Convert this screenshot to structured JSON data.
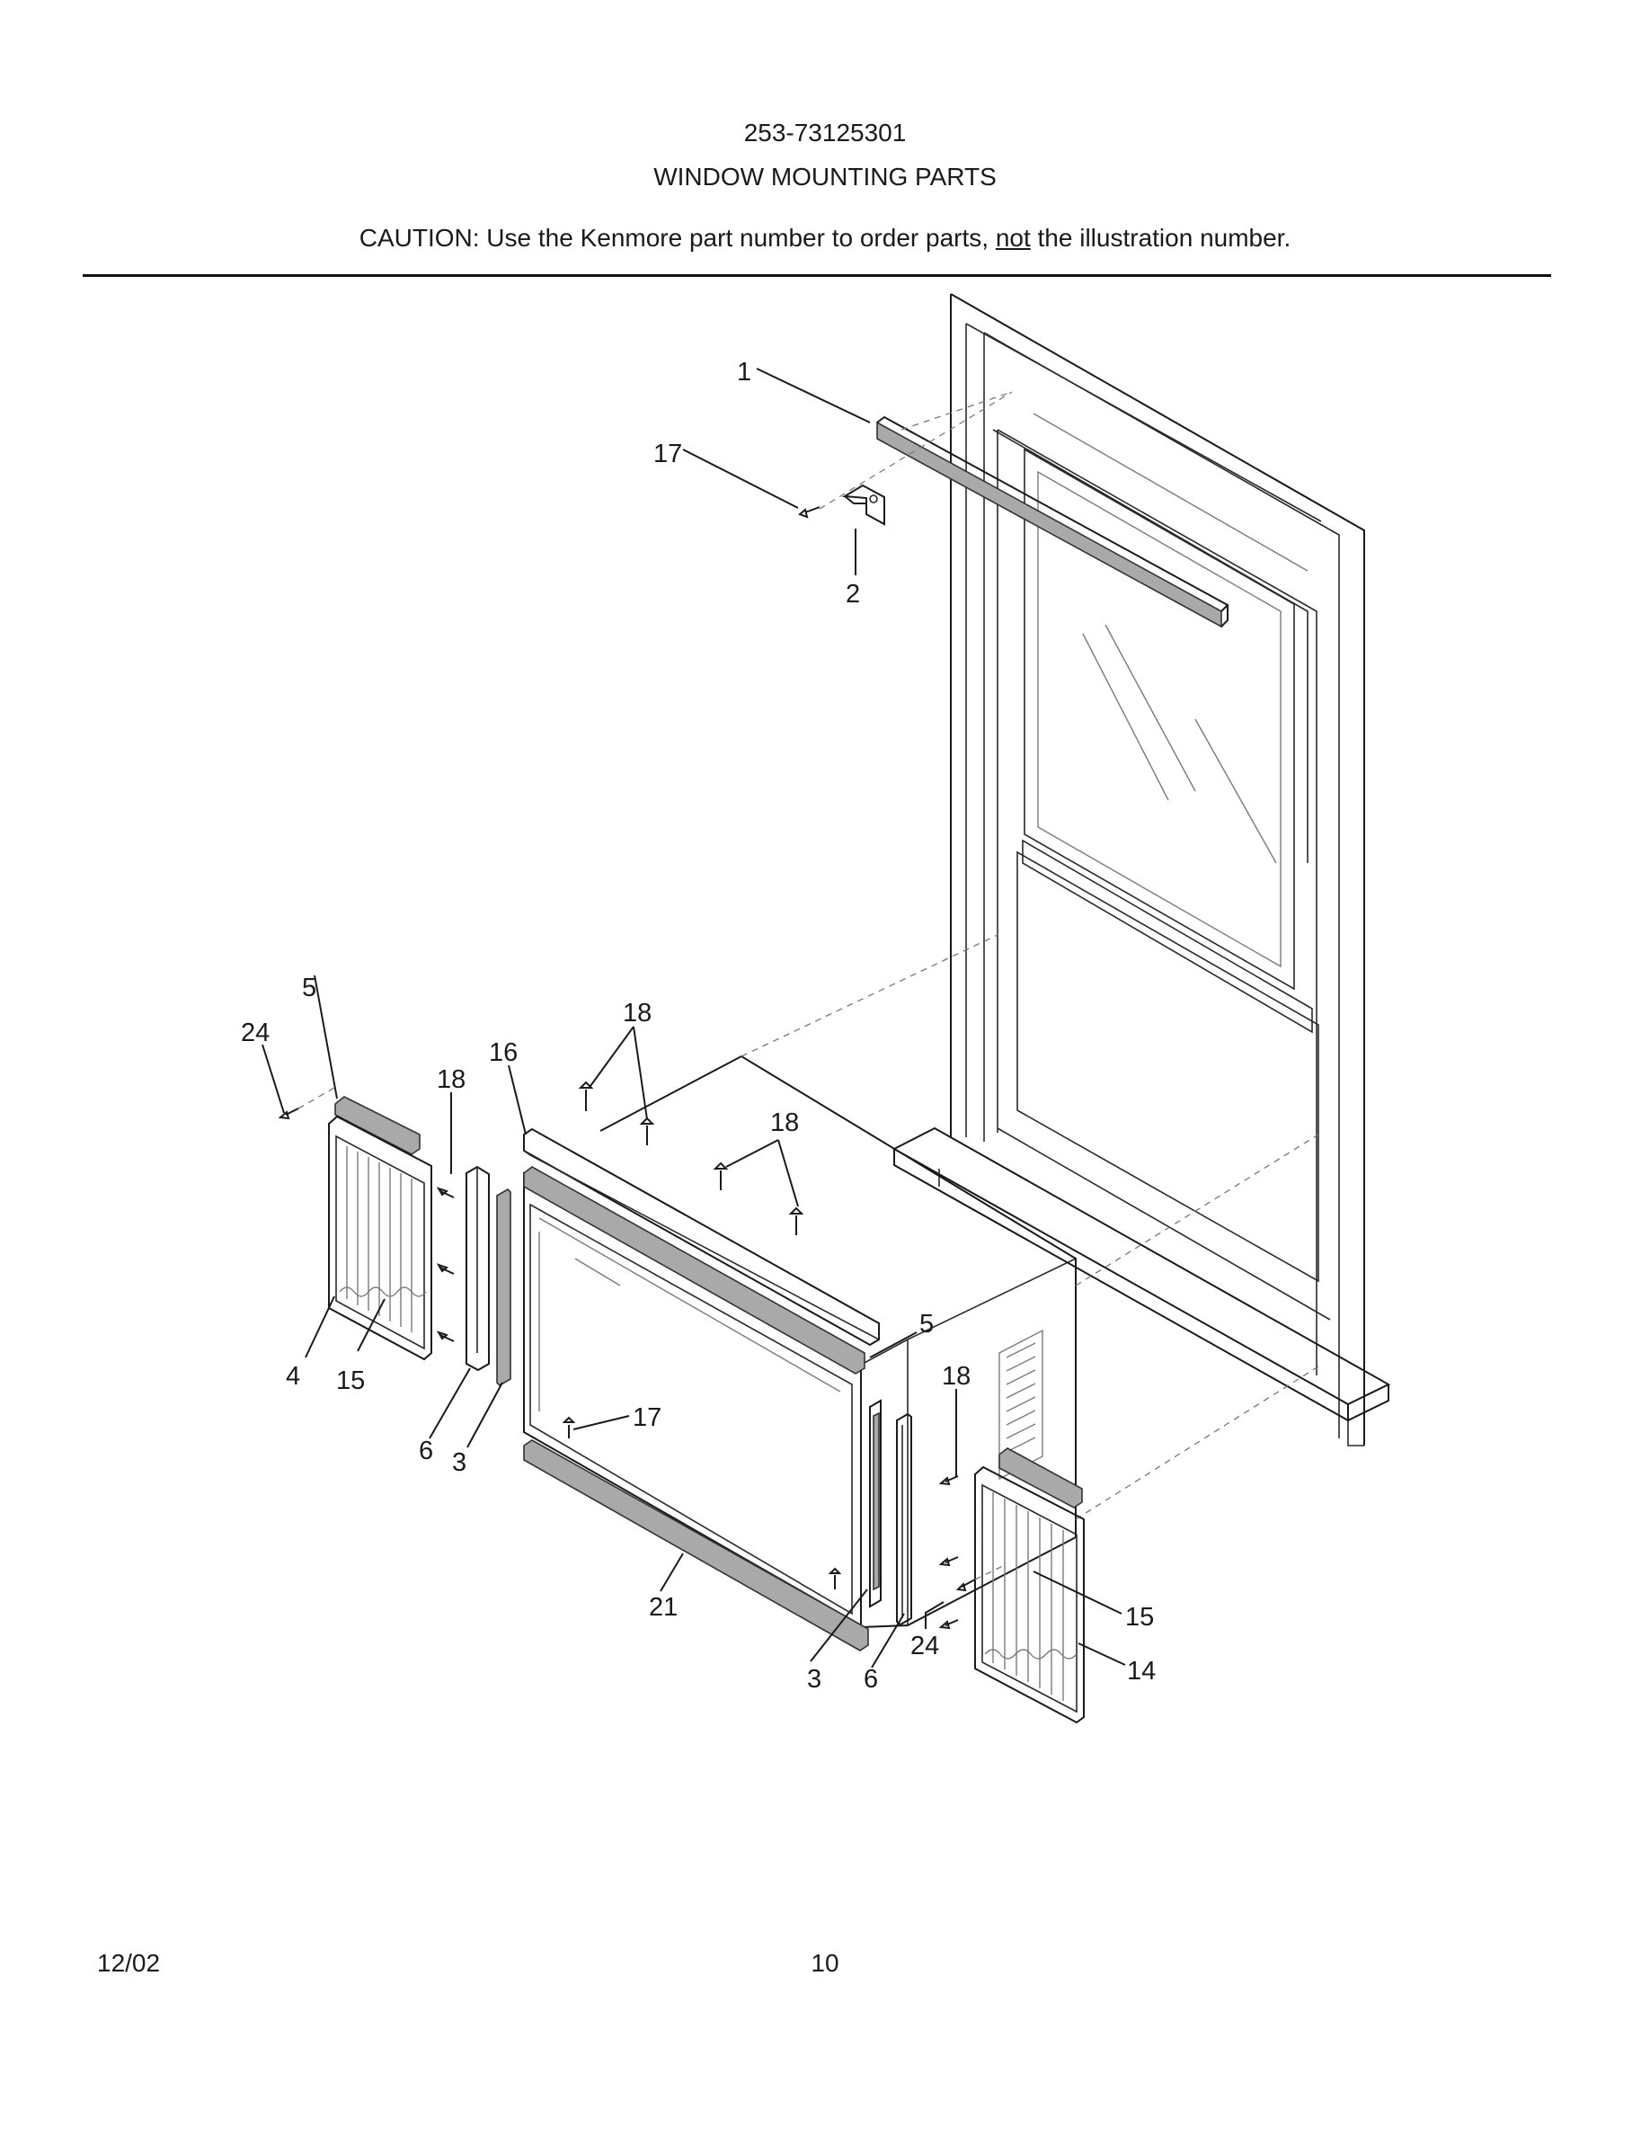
{
  "header": {
    "model_number": "253-73125301",
    "title": "WINDOW  MOUNTING PARTS",
    "caution_prefix": "CAUTION: Use the Kenmore part number to order parts, ",
    "caution_emphasis": "not",
    "caution_suffix": " the illustration number."
  },
  "footer": {
    "date": "12/02",
    "page_number": "10"
  },
  "callouts": {
    "c1": "1",
    "c17a": "17",
    "c2": "2",
    "c5a": "5",
    "c24a": "24",
    "c18a": "18",
    "c16": "16",
    "c18b": "18",
    "c18c": "18",
    "c4": "4",
    "c15a": "15",
    "c6a": "6",
    "c3a": "3",
    "c5b": "5",
    "c18d": "18",
    "c17b": "17",
    "c21": "21",
    "c3b": "3",
    "c6b": "6",
    "c24b": "24",
    "c15b": "15",
    "c14": "14"
  }
}
